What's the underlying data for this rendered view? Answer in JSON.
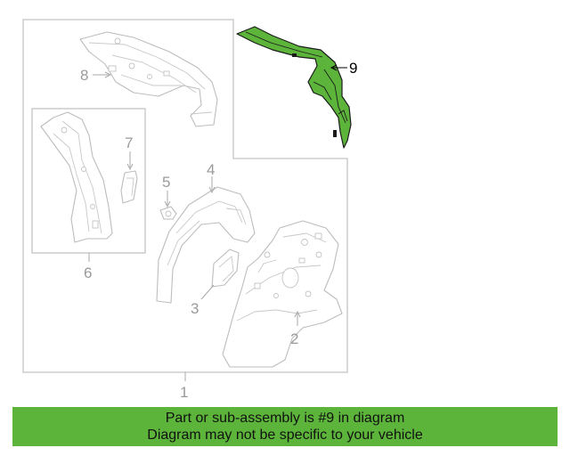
{
  "diagram": {
    "callouts": {
      "c1": "1",
      "c2": "2",
      "c3": "3",
      "c4": "4",
      "c5": "5",
      "c6": "6",
      "c7": "7",
      "c8": "8",
      "c9": "9"
    },
    "highlight_color": "#5cb53a",
    "highlighted_part": "9"
  },
  "banner": {
    "line1": "Part or sub-assembly is #9 in diagram",
    "line2": "Diagram may not be specific to your vehicle",
    "color": "#5cb53a"
  }
}
